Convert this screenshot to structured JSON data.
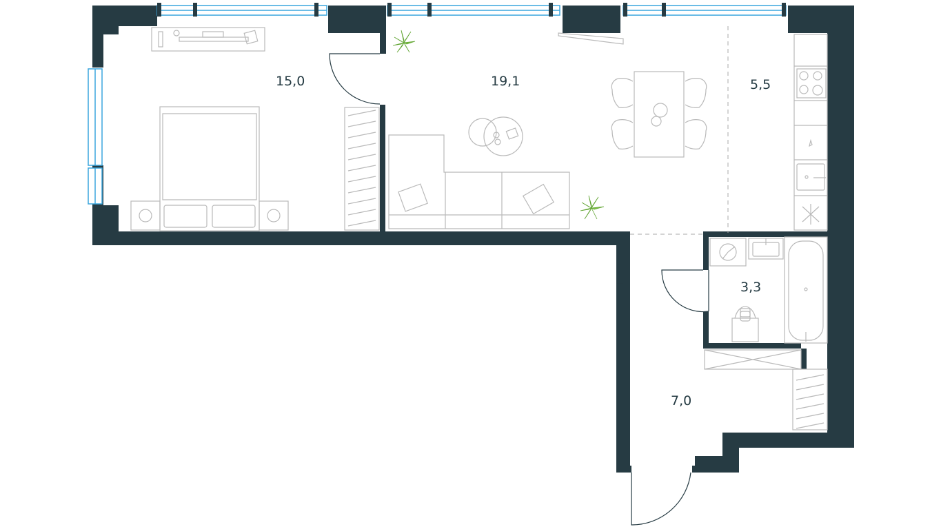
{
  "plan": {
    "rooms": [
      {
        "id": "bedroom",
        "area": "15,0"
      },
      {
        "id": "living",
        "area": "19,1"
      },
      {
        "id": "kitchen",
        "area": "5,5"
      },
      {
        "id": "bathroom",
        "area": "3,3"
      },
      {
        "id": "hallway",
        "area": "7,0"
      }
    ]
  },
  "colors": {
    "wall": "#263b43",
    "furniture": "#b9b9b9",
    "window": "#3aa6dd",
    "plant": "#7cc243",
    "label": "#243a42"
  },
  "icons": [
    "plant-icon",
    "sofa-icon",
    "bed-icon",
    "hob-icon",
    "sink-icon",
    "bathtub-icon",
    "toilet-icon",
    "washing-machine-icon"
  ]
}
